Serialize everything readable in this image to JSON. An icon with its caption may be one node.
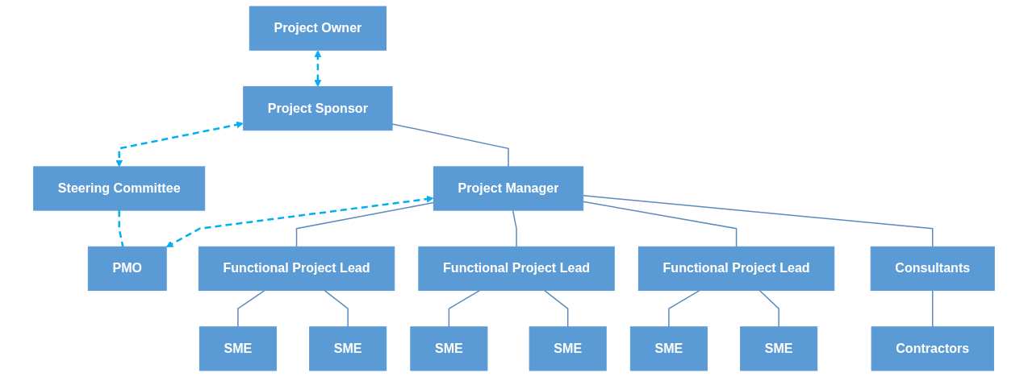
{
  "diagram": {
    "nodes": [
      {
        "text": [
          "Project Sponsor"
        ]
      },
      {
        "text": [
          "Steering Committee"
        ]
      },
      {
        "text": [
          "Project Owner"
        ]
      },
      {
        "text": [
          "Project Manager"
        ]
      },
      {
        "text": [
          "PMO"
        ]
      },
      {
        "text": [
          "Functional Project Lead"
        ]
      },
      {
        "text": [
          "Functional Project Lead"
        ]
      },
      {
        "text": [
          "Functional Project Lead"
        ]
      },
      {
        "text": [
          "Consultants"
        ]
      },
      {
        "text": [
          "SME"
        ]
      },
      {
        "text": [
          "SME"
        ]
      },
      {
        "text": [
          "SME"
        ]
      },
      {
        "text": [
          "SME"
        ]
      },
      {
        "text": [
          "SME"
        ]
      },
      {
        "text": [
          "SME"
        ]
      },
      {
        "text": [
          "Contractors"
        ]
      }
    ],
    "edges": [
      {
        "from": 0,
        "to": 1,
        "arrow": "both",
        "style": "dashed",
        "color": "#00b0f0"
      },
      {
        "from": 2,
        "to": 0,
        "arrow": "both",
        "style": "dashed",
        "color": "#00b0f0"
      },
      {
        "from": 0,
        "to": 3,
        "arrow": "none"
      },
      {
        "from": 1,
        "to": 4,
        "arrow": "none",
        "style": "dashed",
        "color": "#00b0f0"
      },
      {
        "from": 3,
        "to": 4,
        "arrow": "both",
        "style": "dashed",
        "color": "#00b0f0"
      },
      {
        "from": 3,
        "to": 5,
        "arrow": "none"
      },
      {
        "from": 3,
        "to": 6,
        "arrow": "none"
      },
      {
        "from": 3,
        "to": 7,
        "arrow": "none"
      },
      {
        "from": 3,
        "to": 8,
        "arrow": "none"
      },
      {
        "from": 5,
        "to": 9,
        "arrow": "none"
      },
      {
        "from": 5,
        "to": 10,
        "arrow": "none"
      },
      {
        "from": 6,
        "to": 11,
        "arrow": "none"
      },
      {
        "from": 6,
        "to": 12,
        "arrow": "none"
      },
      {
        "from": 7,
        "to": 13,
        "arrow": "none"
      },
      {
        "from": 7,
        "to": 14,
        "arrow": "none"
      },
      {
        "from": 8,
        "to": 15,
        "arrow": "none"
      }
    ]
  }
}
